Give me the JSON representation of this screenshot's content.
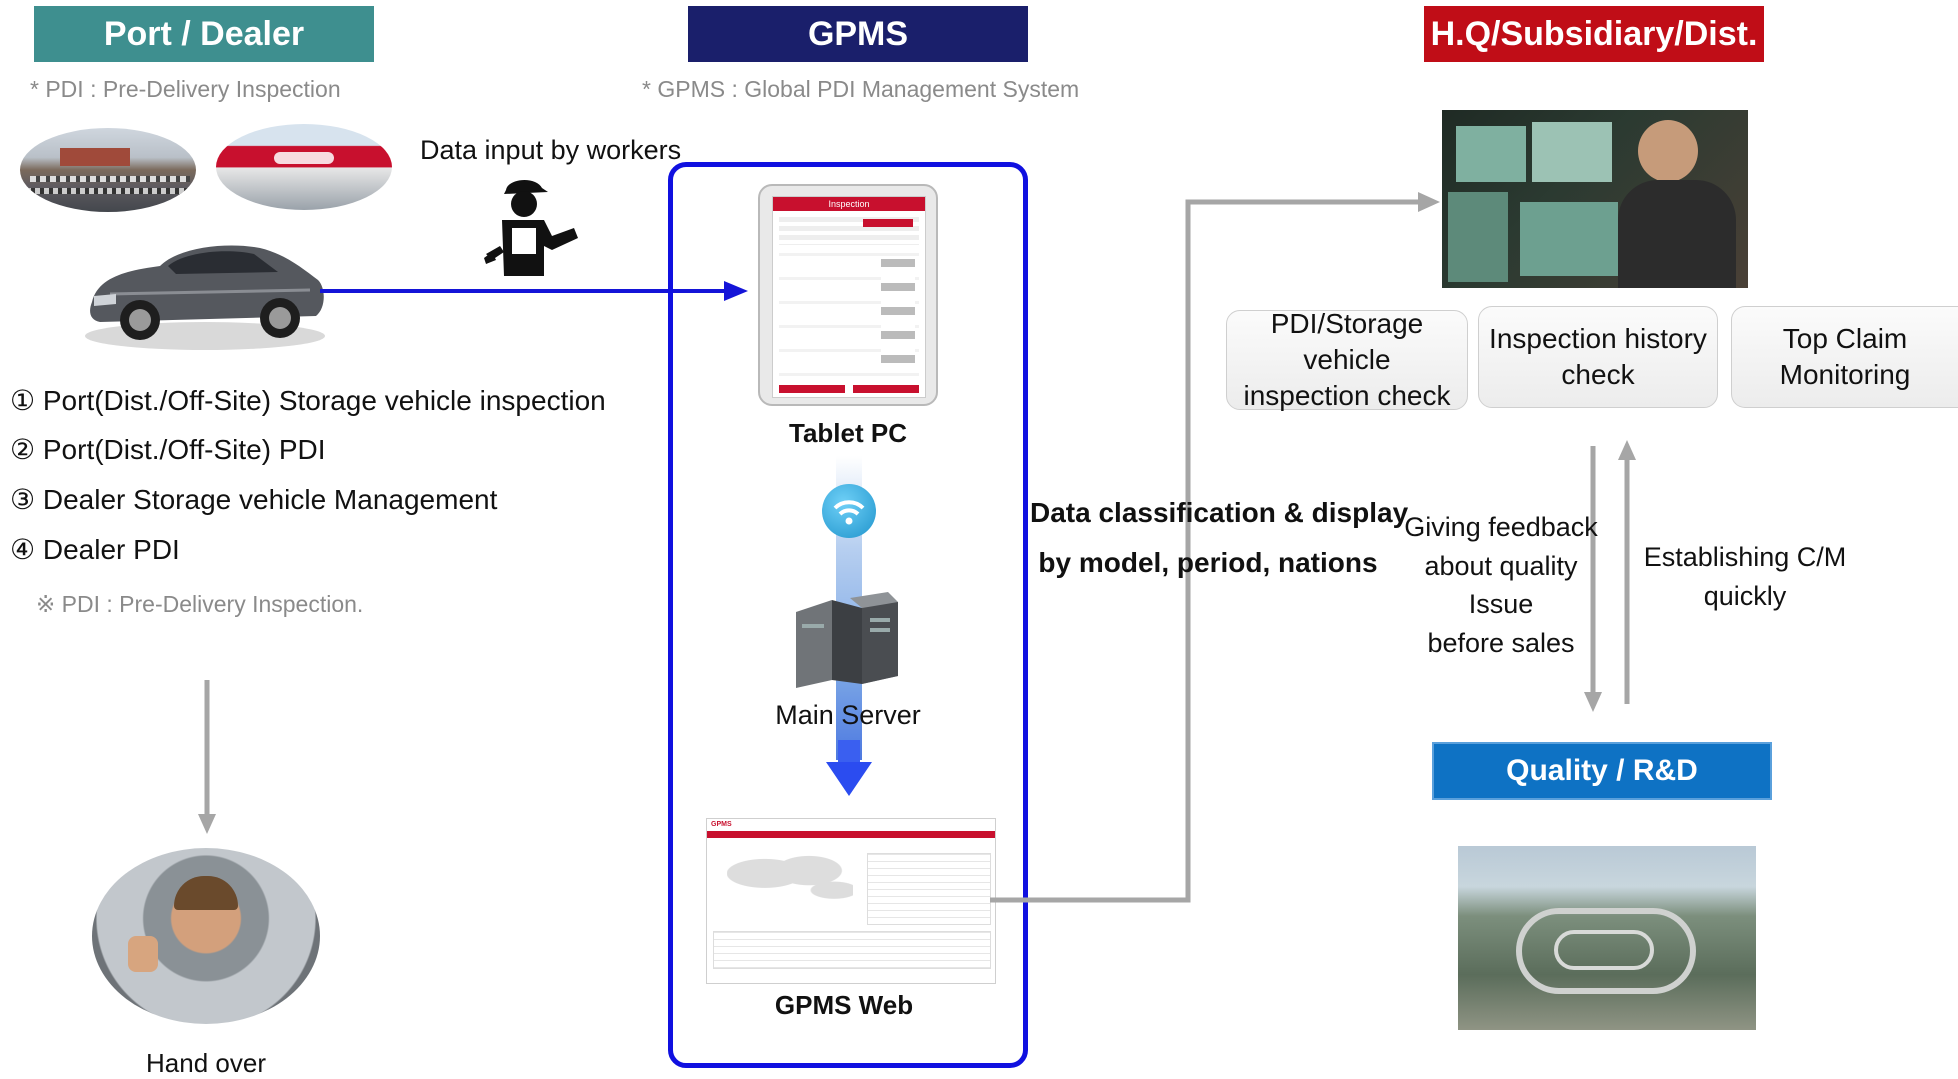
{
  "headers": {
    "port_dealer": "Port / Dealer",
    "gpms": "GPMS",
    "hq": "H.Q/Subsidiary/Dist."
  },
  "notes": {
    "pdi": "* PDI : Pre-Delivery Inspection",
    "gpms": "* GPMS : Global PDI Management System"
  },
  "data_input": "Data input by workers",
  "steps": [
    "① Port(Dist./Off-Site) Storage vehicle inspection",
    "② Port(Dist./Off-Site) PDI",
    "③ Dealer Storage vehicle Management",
    "④ Dealer PDI"
  ],
  "pdi_footnote": "※ PDI : Pre-Delivery Inspection.",
  "hand_over": "Hand over",
  "gpms_box": {
    "tablet": "Tablet PC",
    "server": "Main Server",
    "web": "GPMS Web",
    "tablet_screen_title": "Inspection",
    "web_logo": "GPMS"
  },
  "classification": [
    "Data classification & display",
    "by model, period, nations"
  ],
  "cards": [
    [
      "PDI/Storage vehicle",
      "inspection check"
    ],
    [
      "Inspection history",
      "check"
    ],
    [
      "Top Claim",
      "Monitoring"
    ]
  ],
  "feedback": [
    "Giving feedback",
    "about quality",
    "Issue",
    "before sales"
  ],
  "establishing": [
    "Establishing C/M",
    "quickly"
  ],
  "quality_header": "Quality / R&D",
  "colors": {
    "port_header": "#3e8f8f",
    "gpms_header": "#1a1f6b",
    "hq_header": "#c00d17",
    "quality_header": "#0e72c4",
    "gpms_border": "#1010e0",
    "arrow_blue": "#1414d8",
    "arrow_gray": "#a6a6a6",
    "kia_red": "#c8102e"
  }
}
